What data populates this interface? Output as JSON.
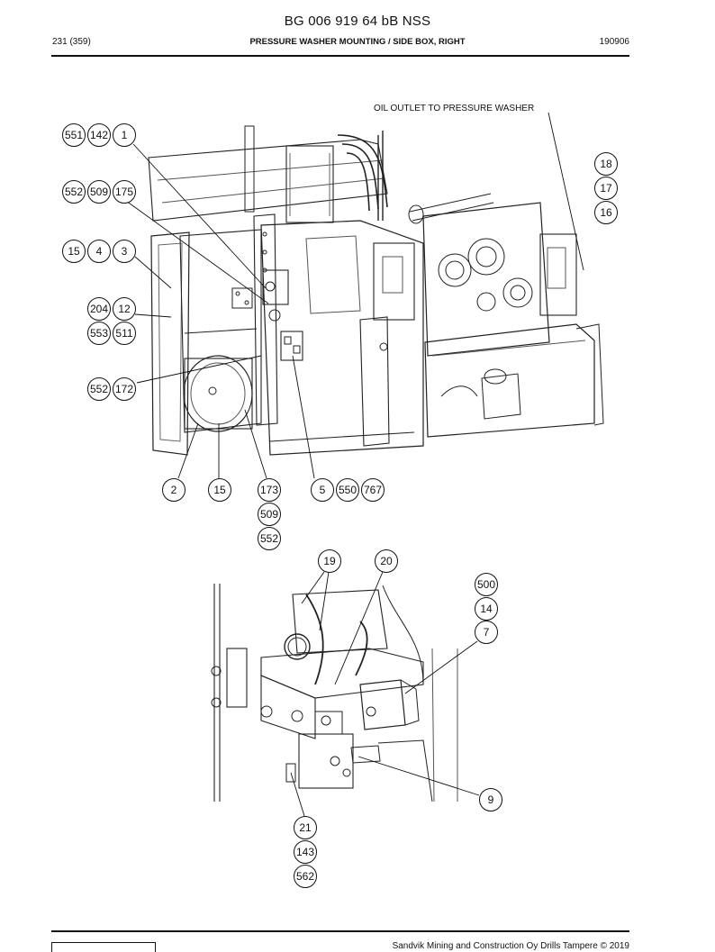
{
  "header": {
    "doc_title": "BG 006 919 64 bB NSS",
    "page": "231 (359)",
    "section_title": "PRESSURE WASHER MOUNTING / SIDE BOX, RIGHT",
    "date_code": "190906"
  },
  "callout": {
    "oil_outlet": "OIL OUTLET TO PRESSURE WASHER"
  },
  "parts": {
    "p551": "551",
    "p142": "142",
    "p1": "1",
    "p18": "18",
    "p17": "17",
    "p16": "16",
    "p552a": "552",
    "p509a": "509",
    "p175": "175",
    "p15a": "15",
    "p4": "4",
    "p3": "3",
    "p204": "204",
    "p12": "12",
    "p553": "553",
    "p511": "511",
    "p552b": "552",
    "p172": "172",
    "p2": "2",
    "p15b": "15",
    "p173": "173",
    "p5": "5",
    "p550": "550",
    "p767": "767",
    "p509b": "509",
    "p552c": "552",
    "p19": "19",
    "p20": "20",
    "p500": "500",
    "p14": "14",
    "p7": "7",
    "p9": "9",
    "p21": "21",
    "p143": "143",
    "p562": "562"
  },
  "footer": {
    "copyright": "Sandvik Mining and Construction Oy Drills Tampere © 2019"
  }
}
